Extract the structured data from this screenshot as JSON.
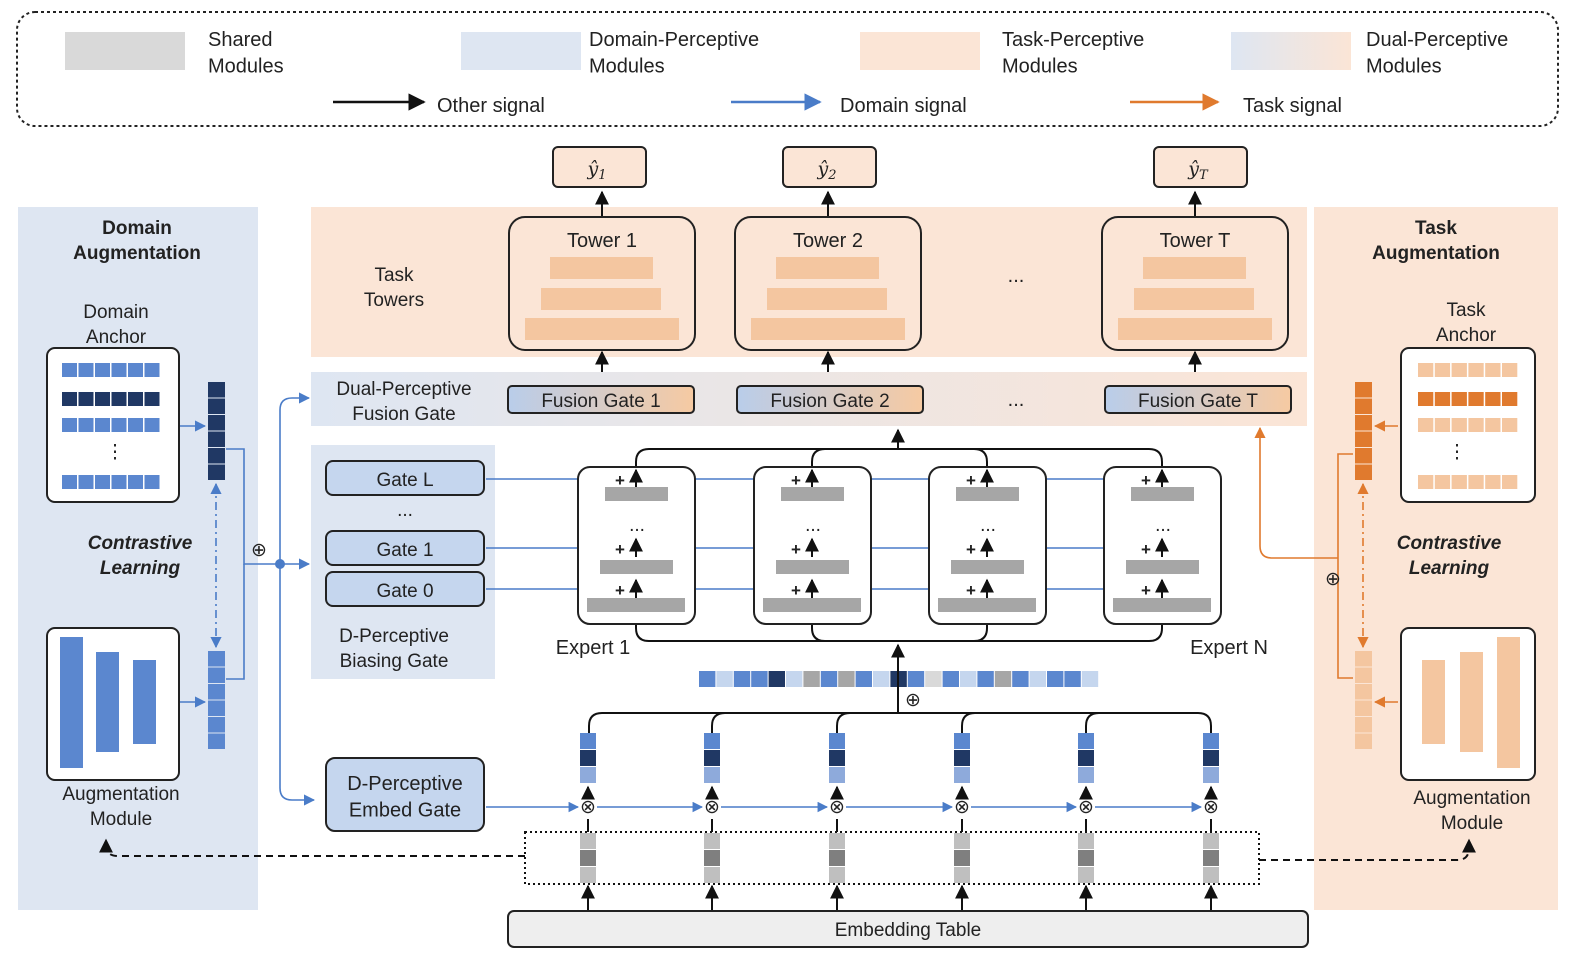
{
  "legend": {
    "shared": "Shared\nModules",
    "domain": "Domain-Perceptive\nModules",
    "task": "Task-Perceptive\nModules",
    "dual": "Dual-Perceptive\nModules",
    "other_signal": "Other signal",
    "domain_signal": "Domain signal",
    "task_signal": "Task signal"
  },
  "colors": {
    "shared": "#d9d9d9",
    "domain_bg": "#dee6f2",
    "task_bg": "#fbe5d6",
    "domain_accent": "#4a7cc8",
    "task_accent": "#e07a2e",
    "dark_navy": "#203864",
    "bar_orange": "#f4c6a0",
    "bar_blue": "#5b87cf",
    "gate_blue": "#c5d6ee",
    "gray_bar": "#a6a6a6"
  },
  "outputs": [
    "ŷ1",
    "ŷ2",
    "ŷT"
  ],
  "output_subscripts": [
    "1",
    "2",
    "T"
  ],
  "towers": {
    "section_label": "Task\nTowers",
    "items": [
      "Tower 1",
      "Tower 2",
      "Tower T"
    ],
    "ellipsis": "..."
  },
  "fusion": {
    "section_label": "Dual-Perceptive\nFusion Gate",
    "items": [
      "Fusion Gate 1",
      "Fusion Gate 2",
      "Fusion Gate T"
    ],
    "ellipsis": "..."
  },
  "biasing": {
    "gates": [
      "Gate L",
      "...",
      "Gate 1",
      "Gate 0"
    ],
    "section_label": "D-Perceptive\nBiasing Gate"
  },
  "experts": {
    "first_label": "Expert 1",
    "last_label": "Expert N",
    "plus": "+",
    "dots": "..."
  },
  "embed_gate": "D-Perceptive\nEmbed Gate",
  "embedding_table": "Embedding Table",
  "domain_aug": {
    "title": "Domain\nAugmentation",
    "anchor": "Domain\nAnchor",
    "contrastive": "Contrastive\nLearning",
    "module": "Augmentation\nModule",
    "dots": "⋮"
  },
  "task_aug": {
    "title": "Task\nAugmentation",
    "anchor": "Task\nAnchor",
    "contrastive": "Contrastive\nLearning",
    "module": "Augmentation\nModule",
    "dots": "⋮"
  },
  "symbols": {
    "oplus": "⊕",
    "otimes": "⊗"
  }
}
